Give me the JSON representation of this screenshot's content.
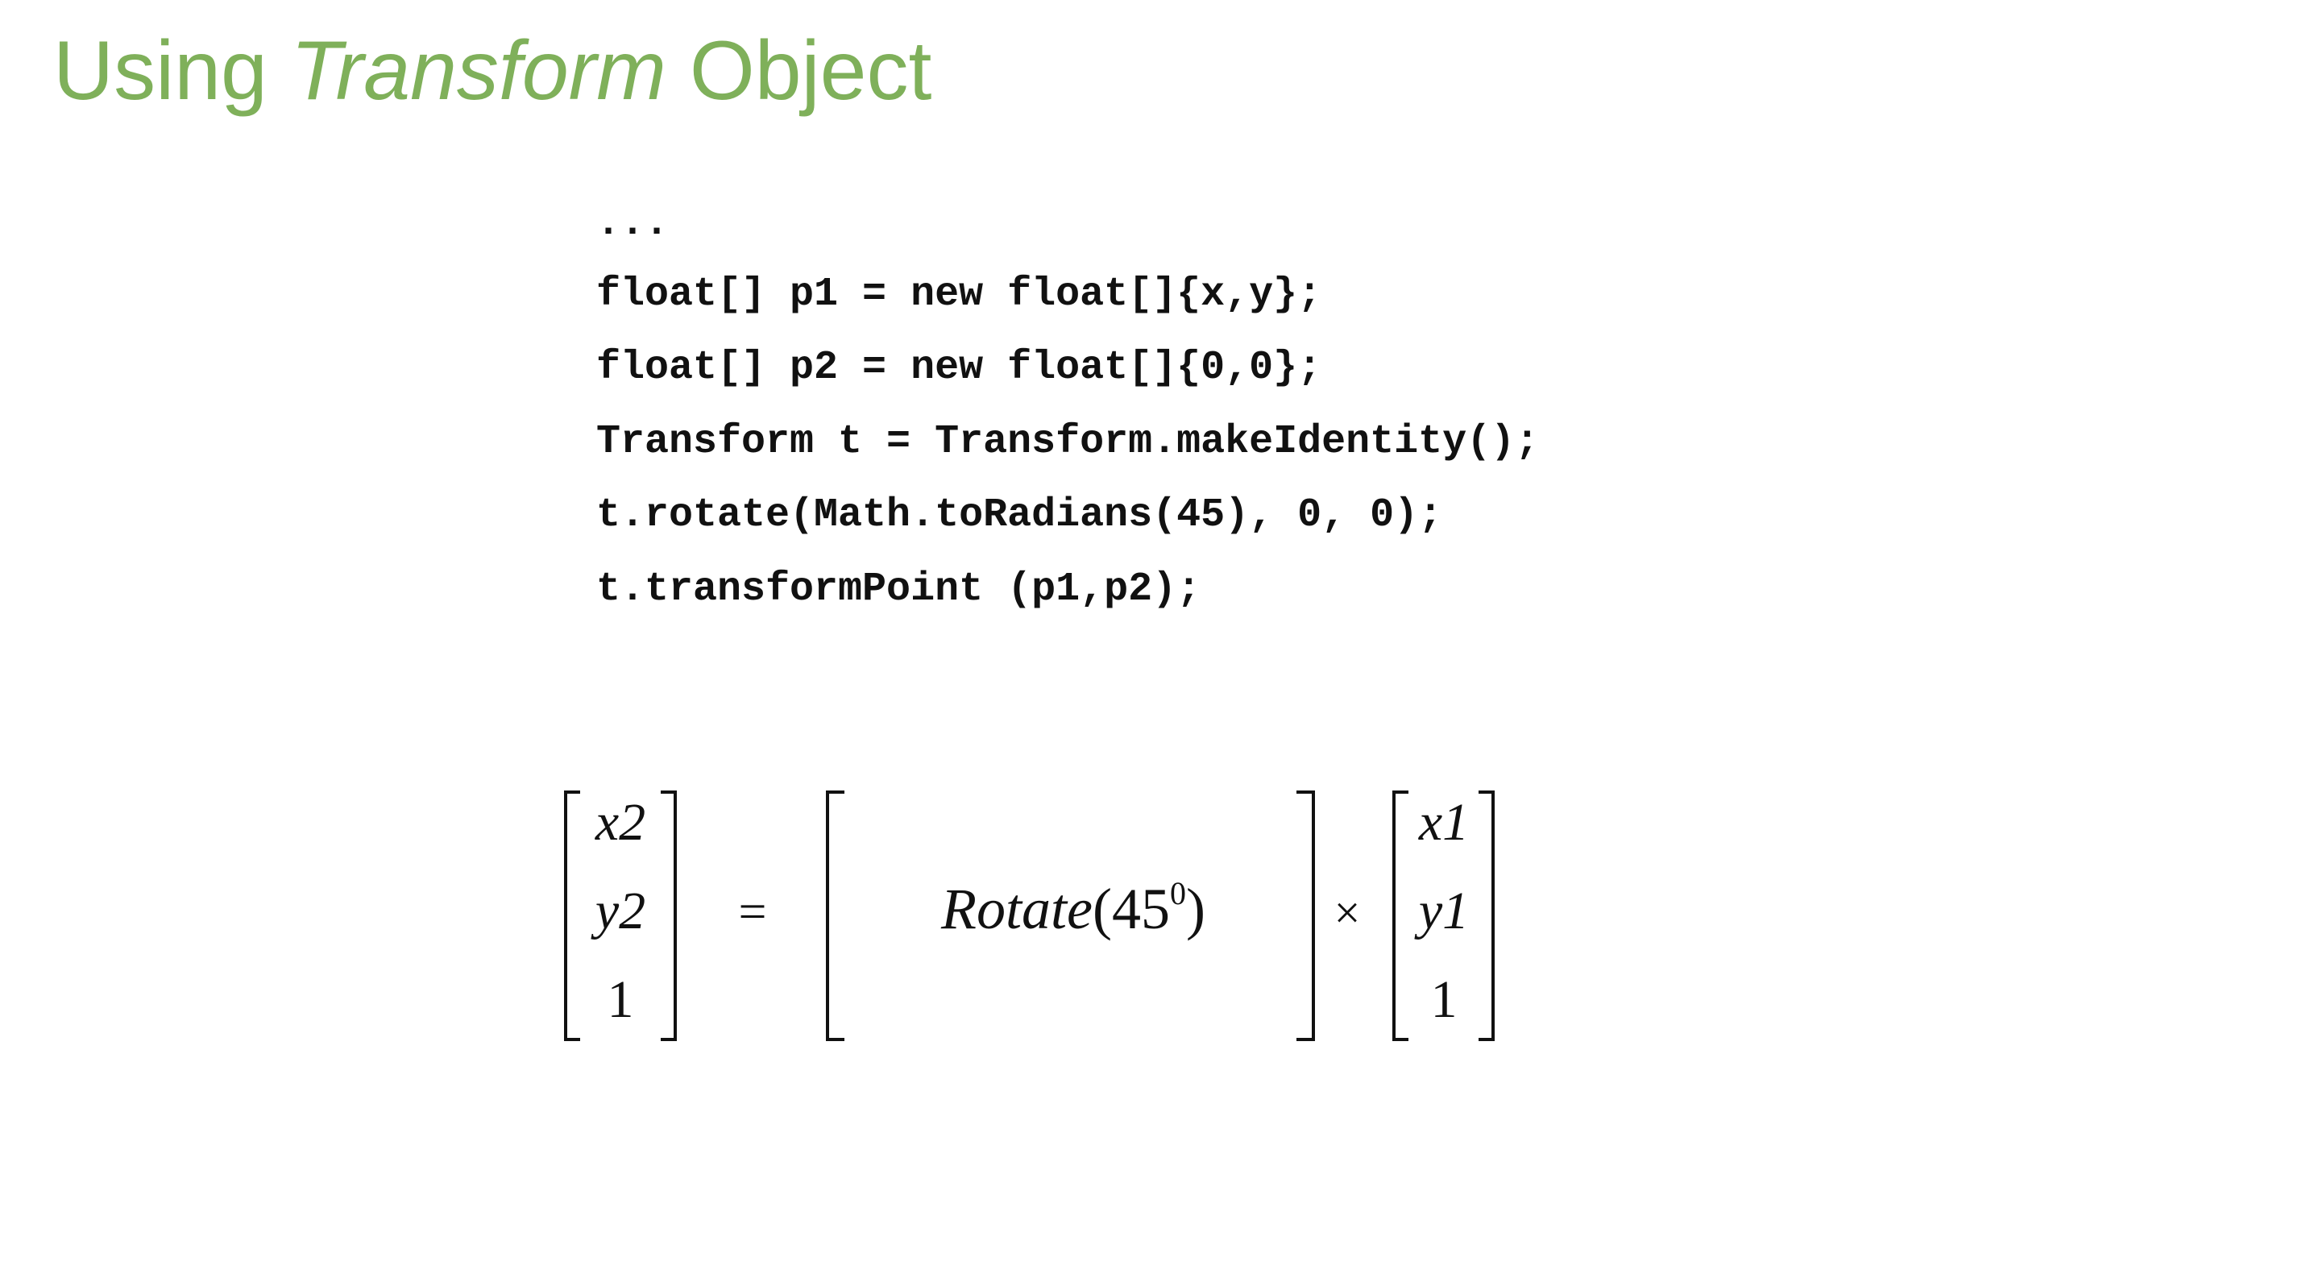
{
  "colors": {
    "title": "#7fb05a",
    "text": "#111111",
    "background": "#ffffff"
  },
  "title": {
    "before": "Using ",
    "italic": "Transform",
    "after": " Object"
  },
  "code": {
    "lines": [
      "...",
      "float[] p1 = new float[]{x,y};",
      "float[] p2 = new float[]{0,0};",
      "Transform t = Transform.makeIdentity();",
      "t.rotate(Math.toRadians(45), 0, 0);",
      "t.transformPoint (p1,p2);"
    ]
  },
  "equation": {
    "left_vector": [
      "x2",
      "y2",
      "1"
    ],
    "equals": "=",
    "matrix_label": "Rotate",
    "matrix_arg_open": "(45",
    "matrix_arg_sup": "0",
    "matrix_arg_close": ")",
    "times": "×",
    "right_vector": [
      "x1",
      "y1",
      "1"
    ]
  }
}
